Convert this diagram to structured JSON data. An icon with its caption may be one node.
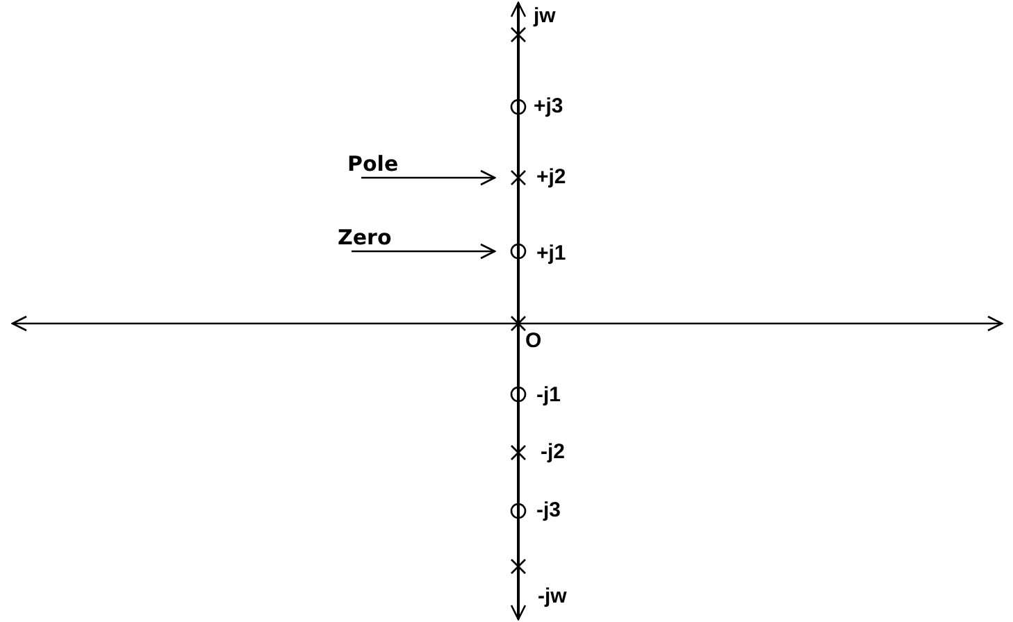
{
  "diagram": {
    "nodes": [
      {
        "text": [],
        "shape": "cross"
      },
      {
        "text": [],
        "shape": "circle"
      },
      {
        "text": [
          "Pole"
        ]
      },
      {
        "text": [],
        "shape": "cross"
      },
      {
        "text": [
          "Zero"
        ]
      },
      {
        "text": [],
        "shape": "circle"
      },
      {
        "text": [],
        "shape": "cross"
      },
      {
        "text": [],
        "shape": "circle"
      },
      {
        "text": [],
        "shape": "cross"
      },
      {
        "text": [],
        "shape": "circle"
      },
      {
        "text": [],
        "shape": "cross"
      }
    ],
    "edges": [
      {
        "from": 2,
        "to": 3,
        "arrow": "to"
      },
      {
        "from": 4,
        "to": 5,
        "arrow": "to"
      }
    ],
    "labels": [
      "jw",
      "+j3",
      "+j2",
      "+j1",
      "O",
      "-j1",
      "-j2",
      "-j3",
      "-jw"
    ]
  }
}
